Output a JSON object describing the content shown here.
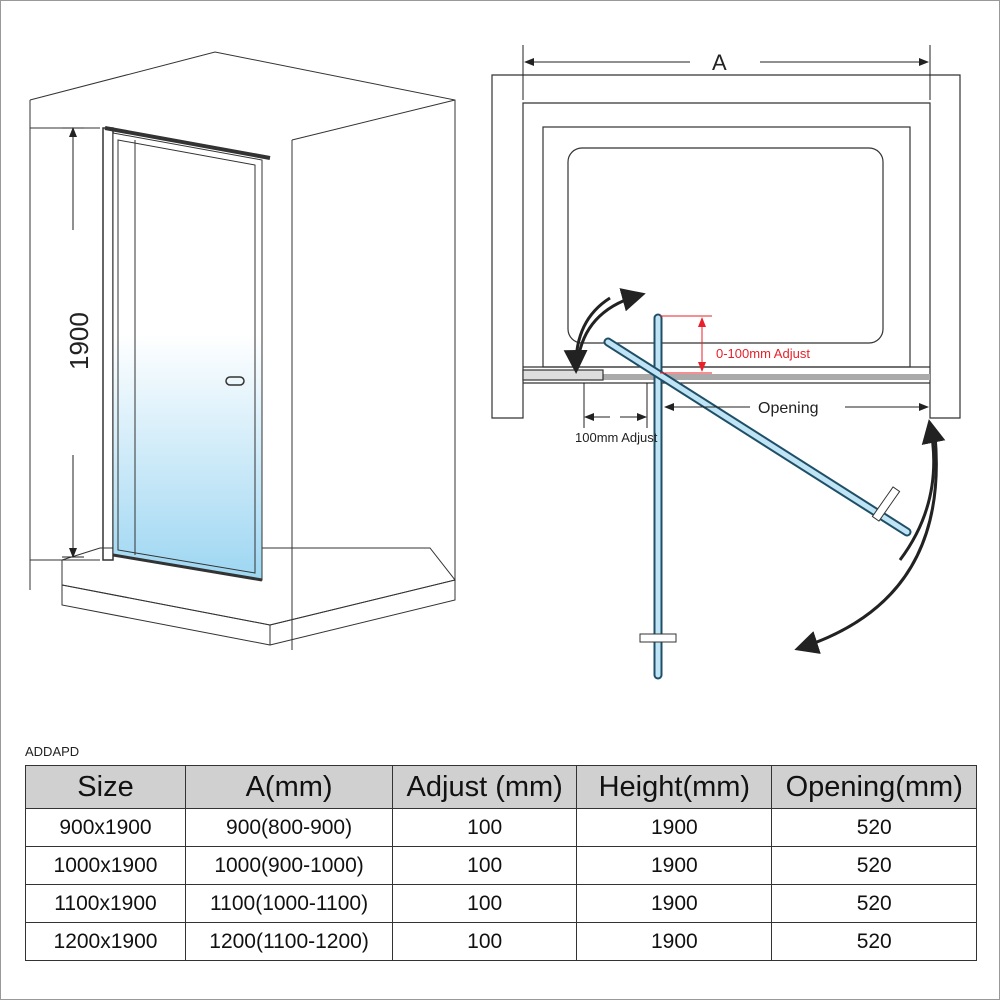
{
  "diagram": {
    "height_label": "1900",
    "width_label": "A",
    "adjust_red_label": "0-100mm Adjust",
    "opening_label": "Opening",
    "adjust_label": "100mm Adjust",
    "glass_color": "#bfe4f5",
    "red_color": "#e8202a"
  },
  "model_code": "ADDAPD",
  "table": {
    "headers": [
      "Size",
      "A(mm)",
      "Adjust (mm)",
      "Height(mm)",
      "Opening(mm)"
    ],
    "rows": [
      [
        "900x1900",
        "900(800-900)",
        "100",
        "1900",
        "520"
      ],
      [
        "1000x1900",
        "1000(900-1000)",
        "100",
        "1900",
        "520"
      ],
      [
        "1100x1900",
        "1100(1000-1100)",
        "100",
        "1900",
        "520"
      ],
      [
        "1200x1900",
        "1200(1100-1200)",
        "100",
        "1900",
        "520"
      ]
    ]
  }
}
